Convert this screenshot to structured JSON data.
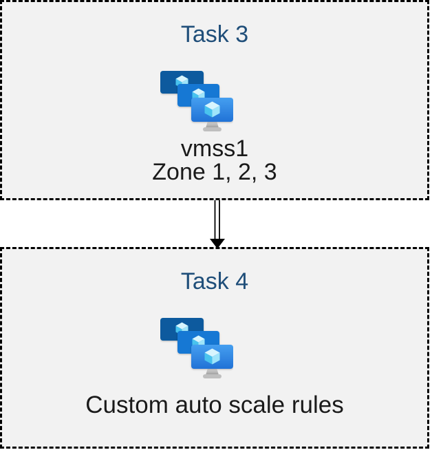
{
  "diagram": {
    "tasks": [
      {
        "title": "Task 3",
        "icon": "vm-scale-sets-icon",
        "label_lines": [
          "vmss1",
          "Zone 1, 2, 3"
        ]
      },
      {
        "title": "Task 4",
        "icon": "vm-scale-sets-icon",
        "label_lines": [
          "Custom auto scale rules"
        ]
      }
    ],
    "connector": {
      "from": "Task 3",
      "to": "Task 4",
      "style": "double-line-arrow",
      "direction": "down"
    },
    "colors": {
      "canvas_background": "#ffffff",
      "box_fill": "#f2f2f2",
      "box_border": "#000000",
      "title_text": "#1f4e79",
      "label_text": "#1a1a1a",
      "arrow": "#000000",
      "icon_monitor_back": "#075a9e",
      "icon_monitor_middle": "#1478d4",
      "icon_monitor_front_top": "#459ff0",
      "icon_monitor_front_bottom": "#2172d6",
      "icon_cube_top": "#d7f5fe",
      "icon_cube_left": "#49c3ee",
      "icon_cube_right": "#9fe5fa",
      "icon_stand": "#bfbfbf"
    }
  }
}
